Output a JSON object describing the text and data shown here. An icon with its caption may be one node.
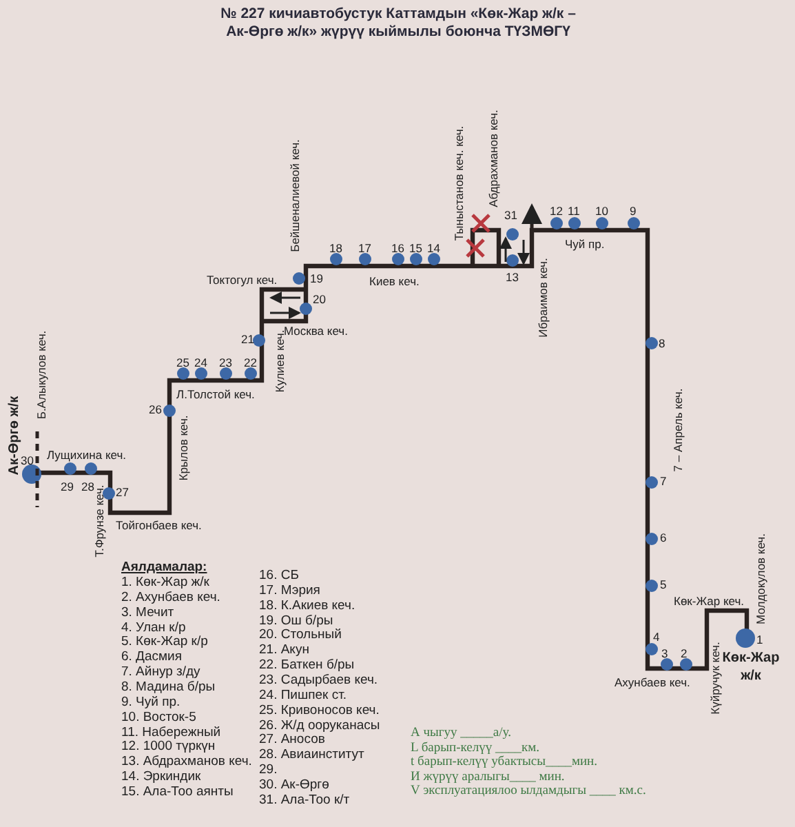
{
  "diagram": {
    "title": "№ 227 кичиавтобустук Каттамдын «Көк-Жар ж/к – Ак-Өргө ж/к» жүрүү кыймылы боюнча ТҮЗМӨГҮ",
    "labels": [
      "Бейшеналиевой кеч.",
      "Тыныстанов кеч. кеч.",
      "Абдрахманов кеч.",
      "31",
      "12",
      "11",
      "10",
      "9",
      "18",
      "17",
      "16",
      "15",
      "14",
      "Чуй пр.",
      "Токтогул кеч.",
      "19",
      "Киев кеч.",
      "13",
      "20",
      "Ибраимов кеч.",
      "8",
      "21",
      "Москва кеч.",
      "Кулиев кеч.",
      "25",
      "24",
      "23",
      "22",
      "Ак-Өргө ж/к",
      "Б.Алыкулов кеч.",
      "Л.Толстой кеч.",
      "26",
      "30",
      "Лущихина кеч.",
      "Крылов кеч.",
      "29",
      "28",
      "Т.Фрунзе кеч.",
      "27",
      "Тойгонбаев кеч.",
      "7 – Апрель кеч.",
      "7",
      "6",
      "5",
      "Молдокулов кеч.",
      "Көк-Жар кеч.",
      "4",
      "1",
      "3",
      "2",
      "Көк-Жар ж/к",
      "Ахунбаев кеч.",
      "Күйручук кеч.",
      "Аялдамалар:",
      "1. Көк-Жар ж/к",
      "2. Ахунбаев кеч.",
      "3. Мечит",
      "4. Улан к/р",
      "5. Көк-Жар к/р",
      "6. Дасмия",
      "7. Айнур з/ду",
      "8. Мадина б/ры",
      "9. Чуй пр.",
      "10. Восток-5",
      "11. Набережный",
      "12. 1000 түркүн",
      "13. Абдрахманов кеч.",
      "14. Эркиндик",
      "15. Ала-Тоо аянты",
      "16. СБ",
      "17. Мэрия",
      "18. К.Акиев кеч.",
      "19. Ош б/ры",
      "20. Стольный",
      "21. Акун",
      "22. Баткен б/ры",
      "23. Садырбаев кеч.",
      "24. Пишпек ст.",
      "25. Кривоносов кеч.",
      "26. Ж/д ооруканасы",
      "27. Аносов",
      "28. Авиаинститут",
      "29.",
      "30. Ак-Өргө",
      "31. Ала-Тоо к/т",
      "А чыгуу _____а/у.",
      "L барып-келүү ____км.",
      "t барып-келүү убактысы____мин.",
      "И жүрүү аралыгы____     мин.",
      "V эксплуатациялоо ылдамдыгы ____ км.с."
    ]
  }
}
